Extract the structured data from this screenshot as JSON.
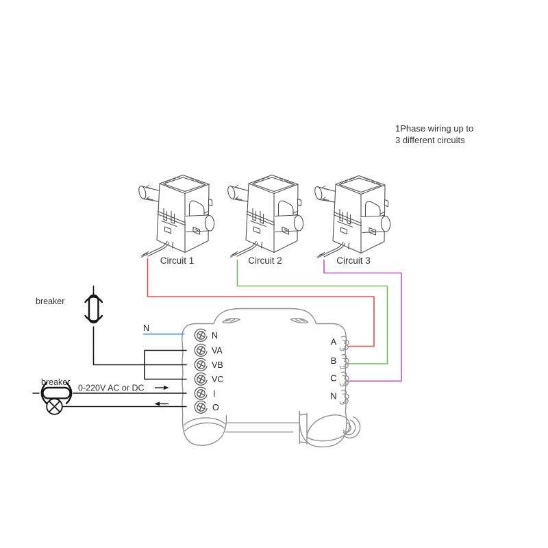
{
  "annotation": {
    "line1": "1Phase wiring up to",
    "line2": "3 different circuits"
  },
  "circuits": [
    {
      "label": "Circuit 1",
      "wire_color": "#e64c4c"
    },
    {
      "label": "Circuit 2",
      "wire_color": "#6fbf52"
    },
    {
      "label": "Circuit 3",
      "wire_color": "#bf57bf"
    }
  ],
  "labels": {
    "breaker_top": "breaker",
    "breaker_bottom": "breaker",
    "supply": "0-220V AC or DC",
    "neutral": "N"
  },
  "device": {
    "left_terminals": [
      "N",
      "VA",
      "VB",
      "VC",
      "I",
      "O"
    ],
    "right_terminals": [
      "A",
      "B",
      "C",
      "N"
    ]
  },
  "colors": {
    "neutral_wire": "#4a90d6",
    "line_wire": "#1b1b1b",
    "sketch": "#909090",
    "ct_line": "#4f4f4f",
    "text": "#333333"
  }
}
